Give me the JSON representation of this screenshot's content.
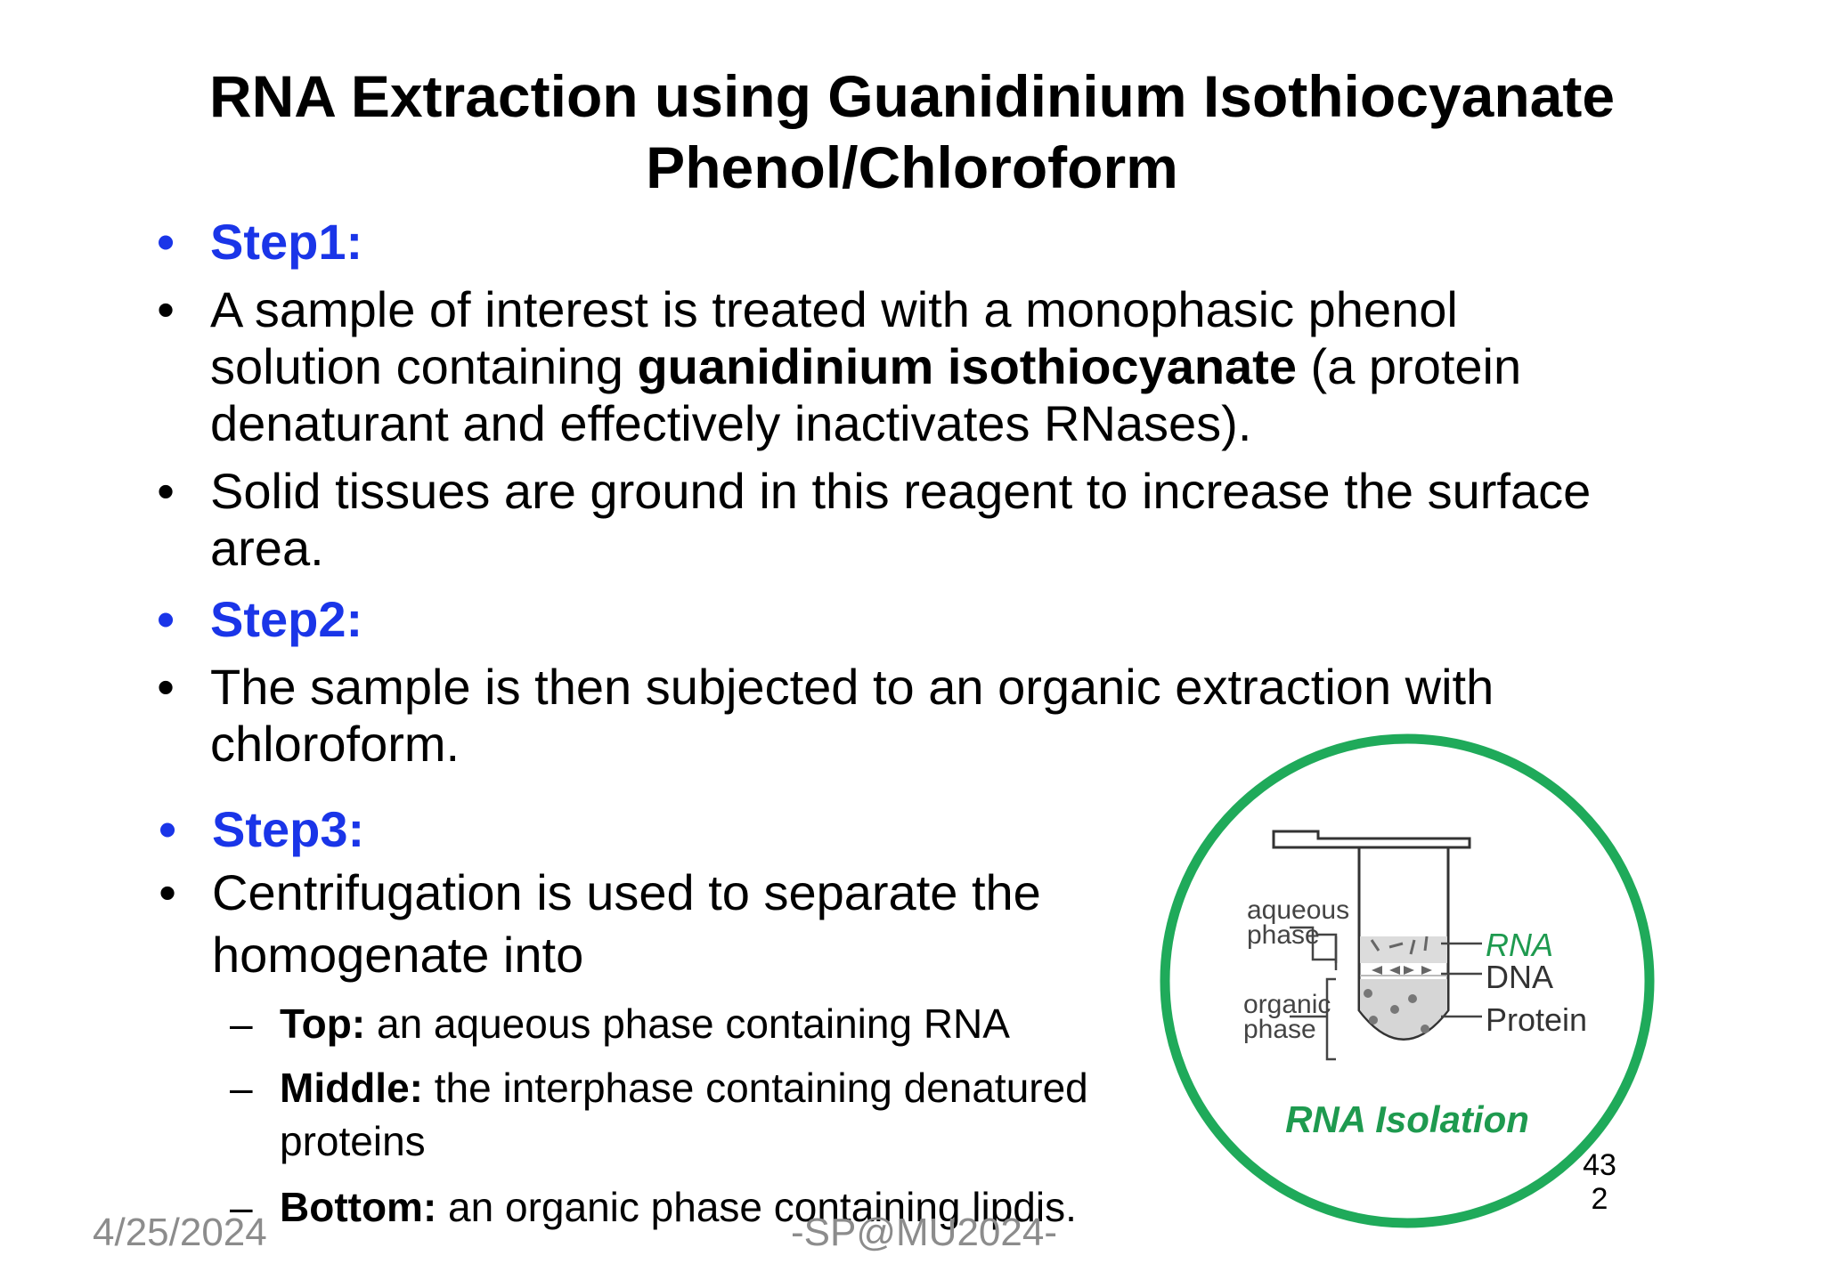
{
  "title": {
    "line1": "RNA Extraction using Guanidinium Isothiocyanate",
    "line2": "Phenol/Chloroform"
  },
  "steps": {
    "step1_label": "Step1:",
    "step1_text_a": "A sample of interest is treated with a monophasic phenol solution containing ",
    "step1_text_bold": "guanidinium isothiocyanate",
    "step1_text_b": " (a protein denaturant and effectively inactivates RNases).",
    "step1_text2": "Solid tissues are ground in this reagent to increase the surface area.",
    "step2_label": "Step2:",
    "step2_text": "The sample is then subjected to an organic extraction with chloroform.",
    "step3_label": "Step3:",
    "step3_text": "Centrifugation is used to separate the homogenate into",
    "sub_items": [
      {
        "bold": "Top:",
        "text": " an aqueous phase containing RNA"
      },
      {
        "bold": "Middle:",
        "text": " the interphase containing denatured proteins"
      },
      {
        "bold": "Bottom:",
        "text": " an organic phase containing lipdis."
      }
    ]
  },
  "figure": {
    "aqueous_label_1": "aqueous",
    "aqueous_label_2": "phase",
    "organic_label_1": "organic",
    "organic_label_2": "phase",
    "rna": "RNA",
    "dna": "DNA",
    "protein": "Protein",
    "caption": "RNA Isolation",
    "ring_color": "#1faa5a",
    "rna_color": "#1e9a4f"
  },
  "footer": {
    "date": "4/25/2024",
    "center": "-SP@MU2024-",
    "slide_number_top": "43",
    "slide_number_bottom": "2"
  }
}
